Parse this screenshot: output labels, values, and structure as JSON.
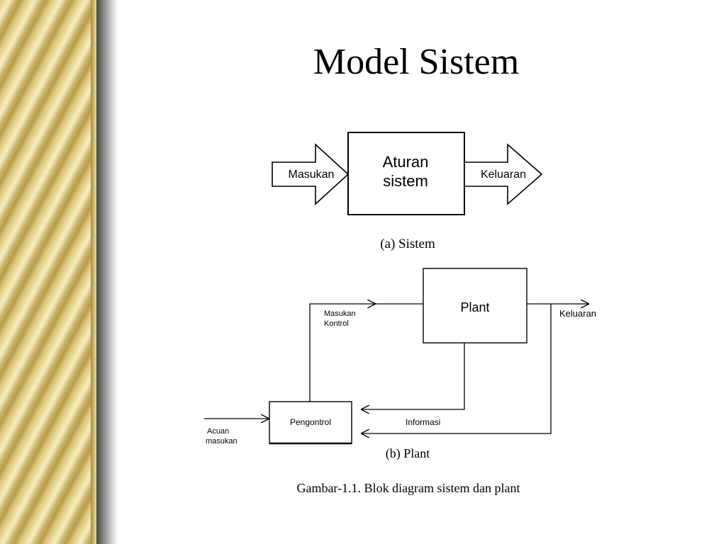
{
  "slide": {
    "title": "Model Sistem"
  },
  "diagram_a": {
    "input_label": "Masukan",
    "box_line1": "Aturan",
    "box_line2": "sistem",
    "output_label": "Keluaran",
    "caption": "(a) Sistem"
  },
  "diagram_b": {
    "plant_label": "Plant",
    "controller_label": "Pengontrol",
    "control_input_line1": "Masukan",
    "control_input_line2": "Kontrol",
    "output_label": "Keluaran",
    "info_label": "Informasi",
    "reference_line1": "Acuan",
    "reference_line2": "masukan",
    "caption": "(b) Plant"
  },
  "figure_caption": "Gambar-1.1. Blok diagram sistem dan plant"
}
